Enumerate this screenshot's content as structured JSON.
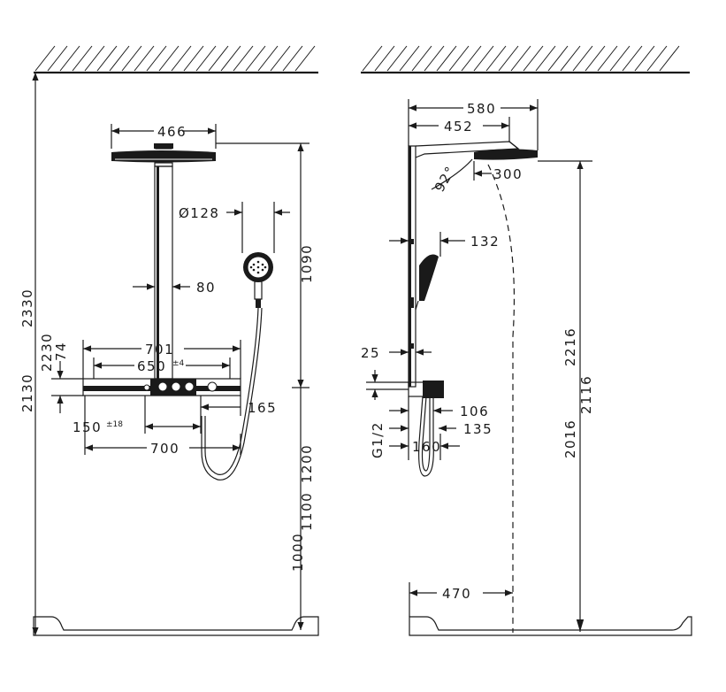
{
  "front_view": {
    "dim_466": "466",
    "dim_128": "Ø128",
    "dim_1090": "1090",
    "dim_80": "80",
    "dim_2330": "2330",
    "dim_2230": "2230",
    "dim_74": "74",
    "dim_701": "701",
    "dim_650": "650",
    "tol_650": "±4",
    "dim_2130": "2130",
    "dim_165": "165",
    "dim_150": "150",
    "tol_150": "±18",
    "dim_700": "700",
    "dim_1200": "1200",
    "dim_1100": "1100",
    "dim_1000": "1000"
  },
  "side_view": {
    "dim_580": "580",
    "dim_452": "452",
    "dim_92": "92°",
    "dim_300": "300",
    "dim_132": "132",
    "dim_25": "25",
    "dim_106": "106",
    "dim_g12": "G1/2",
    "dim_135": "135",
    "dim_160": "160",
    "dim_2216": "2216",
    "dim_2116": "2116",
    "dim_2016": "2016",
    "dim_470": "470"
  }
}
